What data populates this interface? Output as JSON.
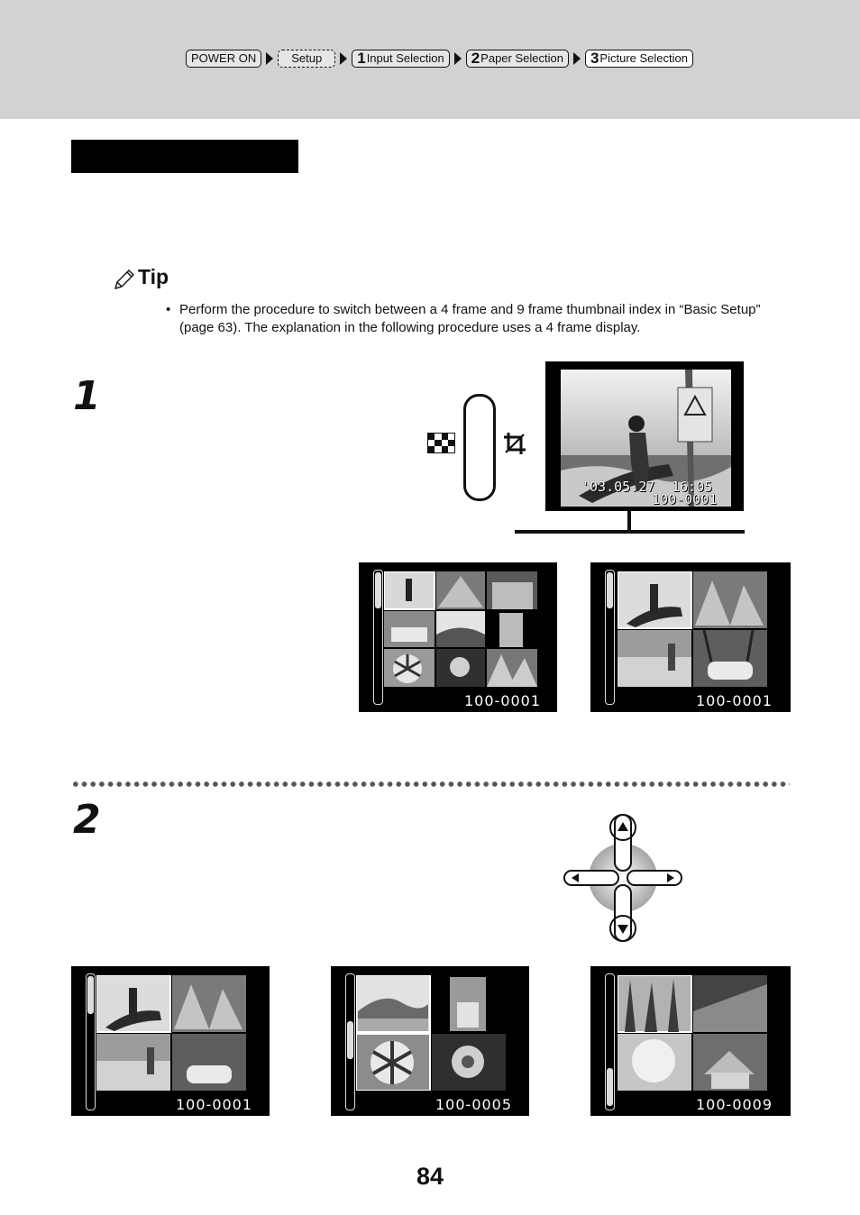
{
  "breadcrumb": {
    "items": [
      {
        "num": "",
        "label": "POWER ON"
      },
      {
        "num": "",
        "label": "Setup"
      },
      {
        "num": "1",
        "label": "Input Selection"
      },
      {
        "num": "2",
        "label": "Paper Selection"
      },
      {
        "num": "3",
        "label": "Picture Selection"
      }
    ]
  },
  "tip": {
    "label": "Tip",
    "bullet": "•",
    "text": "Perform the procedure to switch between a 4 frame and 9 frame thumbnail index in “Basic Setup” (page 63). The explanation in the following procedure uses a 4 frame display."
  },
  "steps": [
    {
      "number": "1",
      "single_frame": {
        "date": "'03.05.27",
        "time": "16:05",
        "frame": "100-0001"
      },
      "index_views": [
        {
          "layout": "9-frame",
          "frame": "100-0001"
        },
        {
          "layout": "4-frame",
          "frame": "100-0001"
        }
      ]
    },
    {
      "number": "2",
      "index_views": [
        {
          "layout": "4-frame",
          "frame": "100-0001"
        },
        {
          "layout": "4-frame",
          "frame": "100-0005"
        },
        {
          "layout": "4-frame",
          "frame": "100-0009"
        }
      ]
    }
  ],
  "icons": {
    "tip": "pencil-icon",
    "index": "index-view-icon",
    "zoom": "zoom-icon",
    "dpad": "cross-key-icon"
  },
  "page_number": "84",
  "colors": {
    "header_band": "#d2d2d2",
    "section_bar": "#000000",
    "text": "#111111"
  }
}
